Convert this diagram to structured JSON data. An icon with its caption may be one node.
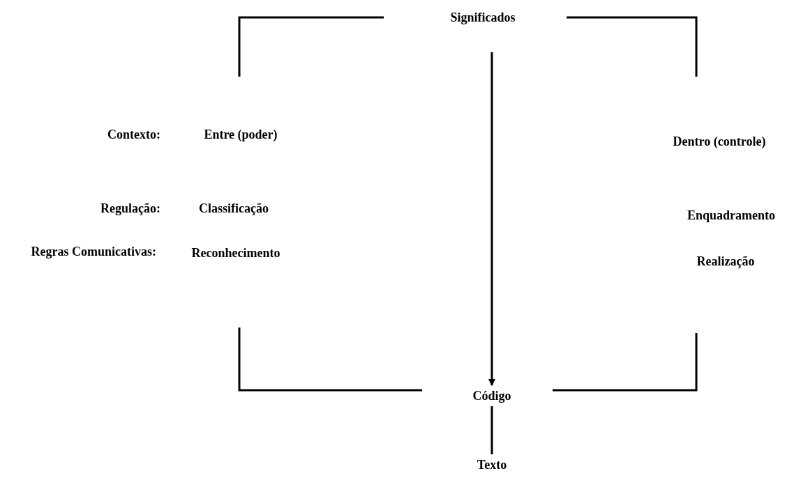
{
  "diagram": {
    "nodes": [
      {
        "text": [
          "Significados"
        ]
      },
      {
        "text": [
          "Código"
        ]
      },
      {
        "text": [
          "Texto"
        ]
      }
    ],
    "edges": [
      {
        "from": 0,
        "to": 1,
        "arrow": "to"
      },
      {
        "from": 1,
        "to": 2,
        "arrow": "none"
      }
    ],
    "labels": [
      "Contexto:",
      "Entre (poder)",
      "Dentro (controle)",
      "Regulação:",
      "Classificação",
      "Enquadramento",
      "Regras Comunicativas:",
      "Reconhecimento",
      "Realização"
    ]
  }
}
